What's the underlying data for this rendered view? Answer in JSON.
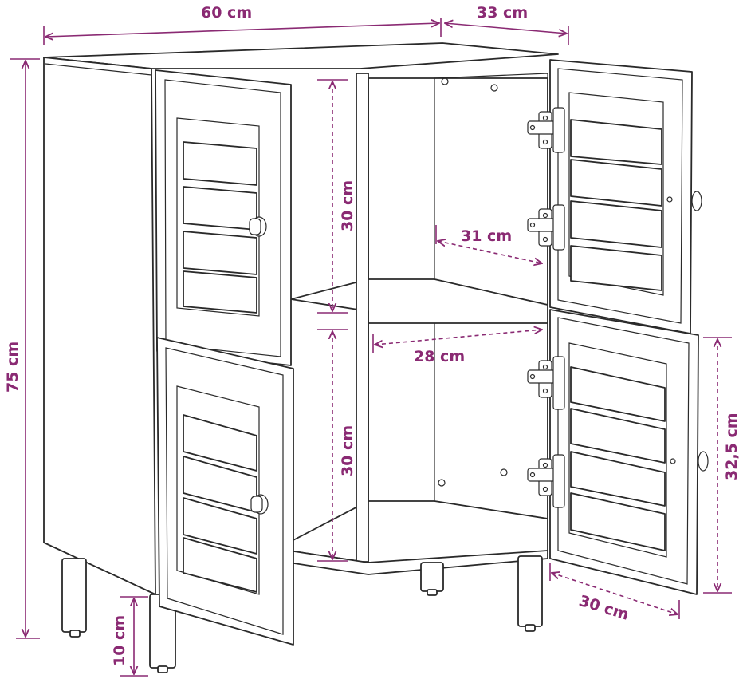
{
  "dimensions": {
    "width": "60 cm",
    "depth": "33 cm",
    "height": "75 cm",
    "upper_shelf_height": "30 cm",
    "lower_shelf_height": "30 cm",
    "inner_depth": "31 cm",
    "inner_width": "28 cm",
    "door_height": "32,5 cm",
    "door_width": "30 cm",
    "leg_height": "10 cm"
  },
  "colors": {
    "annotation": "#8a2a73",
    "line": "#2a2a2a"
  }
}
